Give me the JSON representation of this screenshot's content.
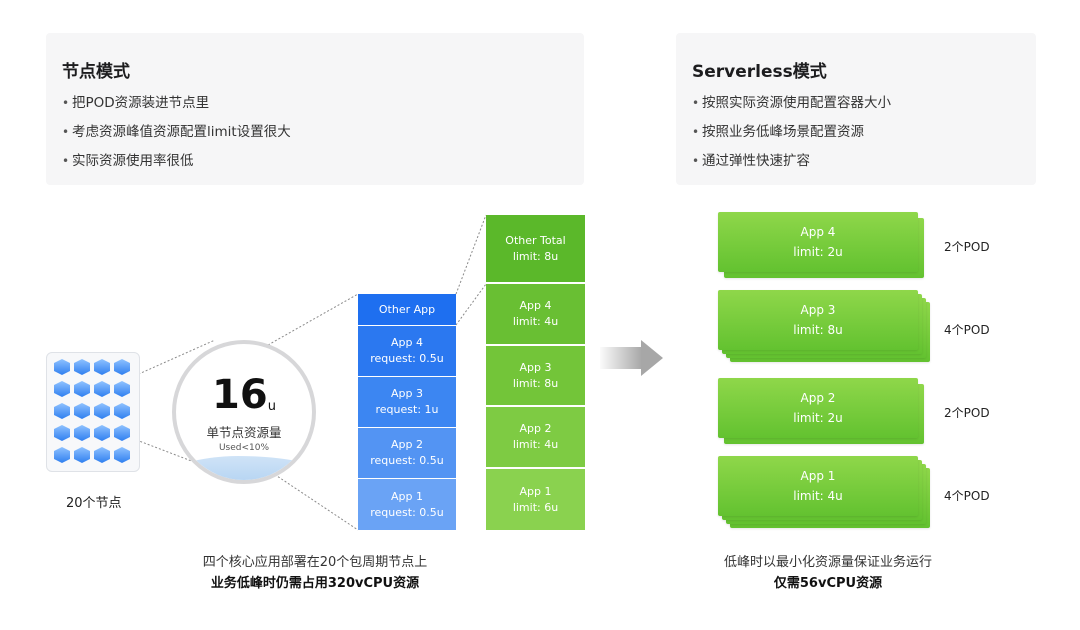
{
  "left_panel": {
    "title": "节点模式",
    "bullets": [
      "把POD资源装进节点里",
      "考虑资源峰值资源配置limit设置很大",
      "实际资源使用率很低"
    ]
  },
  "right_panel": {
    "title": "Serverless模式",
    "bullets": [
      "按照实际资源使用配置容器大小",
      "按照业务低峰场景配置资源",
      "通过弹性快速扩容"
    ]
  },
  "nodes_label": "20个节点",
  "circle": {
    "value": "16",
    "unit": "u",
    "label": "单节点资源量",
    "usage": "Used<10%"
  },
  "request_stack": [
    {
      "line1": "Other App",
      "line2": "",
      "color": "#1e6ff0"
    },
    {
      "line1": "App 4",
      "line2": "request: 0.5u",
      "color": "#2b78f0"
    },
    {
      "line1": "App 3",
      "line2": "request: 1u",
      "color": "#3c86f2"
    },
    {
      "line1": "App 2",
      "line2": "request: 0.5u",
      "color": "#5394f3"
    },
    {
      "line1": "App 1",
      "line2": "request: 0.5u",
      "color": "#6aa3f5"
    }
  ],
  "limit_stack": [
    {
      "line1": "Other Total",
      "line2": "limit: 8u"
    },
    {
      "line1": "App 4",
      "line2": "limit: 4u"
    },
    {
      "line1": "App 3",
      "line2": "limit: 8u"
    },
    {
      "line1": "App 2",
      "line2": "limit: 4u"
    },
    {
      "line1": "App 1",
      "line2": "limit: 6u"
    }
  ],
  "serverless_cards": [
    {
      "line1": "App 4",
      "line2": "limit: 2u",
      "pods": "2个POD",
      "stack": 2
    },
    {
      "line1": "App 3",
      "line2": "limit: 8u",
      "pods": "4个POD",
      "stack": 4
    },
    {
      "line1": "App 2",
      "line2": "limit: 2u",
      "pods": "2个POD",
      "stack": 2
    },
    {
      "line1": "App 1",
      "line2": "limit: 4u",
      "pods": "4个POD",
      "stack": 4
    }
  ],
  "left_caption": {
    "line1": "四个核心应用部署在20个包周期节点上",
    "line2": "业务低峰时仍需占用320vCPU资源"
  },
  "right_caption": {
    "line1": "低峰时以最小化资源量保证业务运行",
    "line2": "仅需56vCPU资源"
  }
}
